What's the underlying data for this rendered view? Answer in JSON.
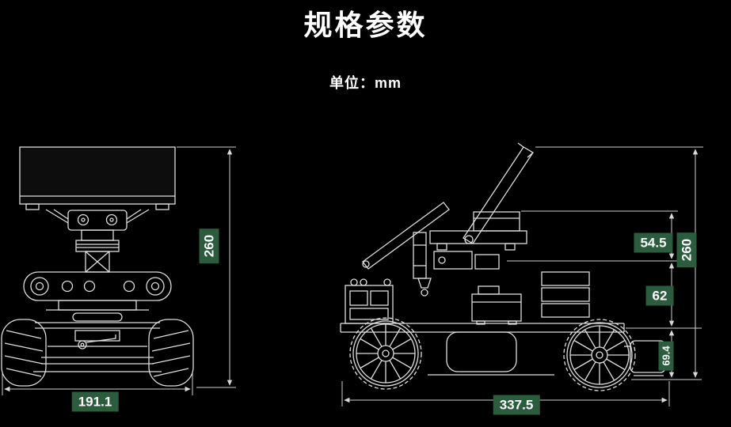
{
  "page": {
    "title": "规格参数",
    "unit_label": "单位：mm",
    "background_color": "#000000",
    "line_color": "#dedede",
    "accent_color": "#2b5c3e",
    "text_color": "#ffffff"
  },
  "views": {
    "front": {
      "label": "front-view",
      "dimensions": {
        "height": "260",
        "width": "191.1"
      }
    },
    "side": {
      "label": "side-view",
      "dimensions": {
        "top_section_height": "54.5",
        "mid_section_height": "62",
        "chassis_height": "69.4",
        "total_height": "260",
        "length": "337.5"
      }
    }
  }
}
